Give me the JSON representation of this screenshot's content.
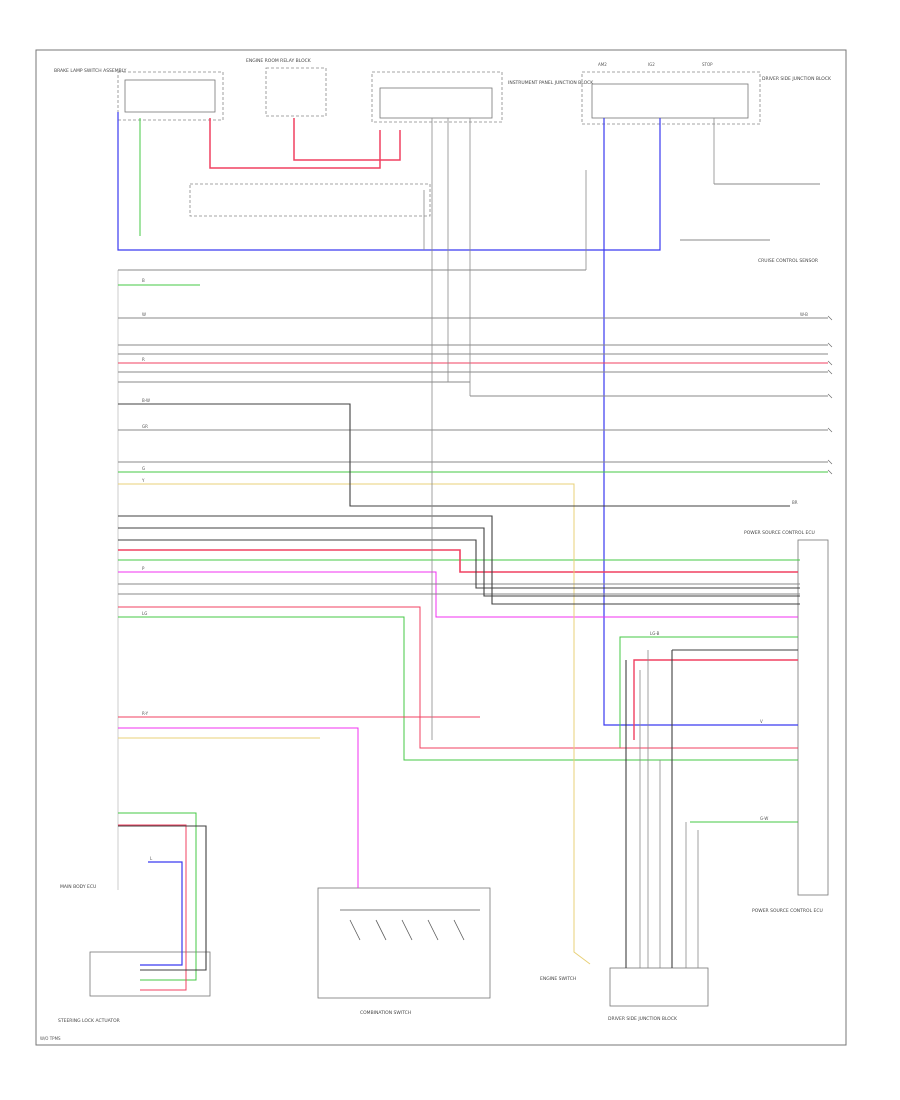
{
  "colors": {
    "green": "#44c844",
    "red": "#f04060",
    "blue": "#3a3af0",
    "magenta": "#f030f0",
    "yellow": "#e8d078",
    "gray": "#8a8a8a",
    "dark": "#404040",
    "black": "#222222"
  },
  "labels": {
    "brake_lamp_switch": "BRAKE LAMP SWITCH ASSEMBLY",
    "combination_switch": "COMBINATION SWITCH",
    "steering_lock": "STEERING LOCK ACTUATOR",
    "engine_room_relay": "ENGINE ROOM RELAY BLOCK",
    "instrument_panel_jb": "INSTRUMENT PANEL JUNCTION BLOCK",
    "main_body_ecu": "MAIN BODY ECU",
    "cruise_control_sensor": "CRUISE CONTROL SENSOR",
    "power_source_control_ecu": "POWER SOURCE CONTROL ECU",
    "driver_side_jb": "DRIVER SIDE JUNCTION BLOCK",
    "engine_switch": "ENGINE SWITCH",
    "fuse_am2": "AM2",
    "fuse_ig2": "IG2",
    "fuse_stop": "STOP",
    "wire_b": "B",
    "wire_w": "W",
    "wire_g": "G",
    "wire_r": "R",
    "wire_gr": "GR",
    "wire_lg": "LG",
    "wire_y": "Y",
    "wire_p": "P",
    "wire_l": "L",
    "wire_wb": "W-B",
    "wire_bw": "B-W",
    "wire_lgb": "LG-B",
    "wire_gw": "G-W",
    "wire_ry": "R-Y",
    "wire_br": "BR",
    "wire_v": "V",
    "footer": "W/O TPMS"
  }
}
